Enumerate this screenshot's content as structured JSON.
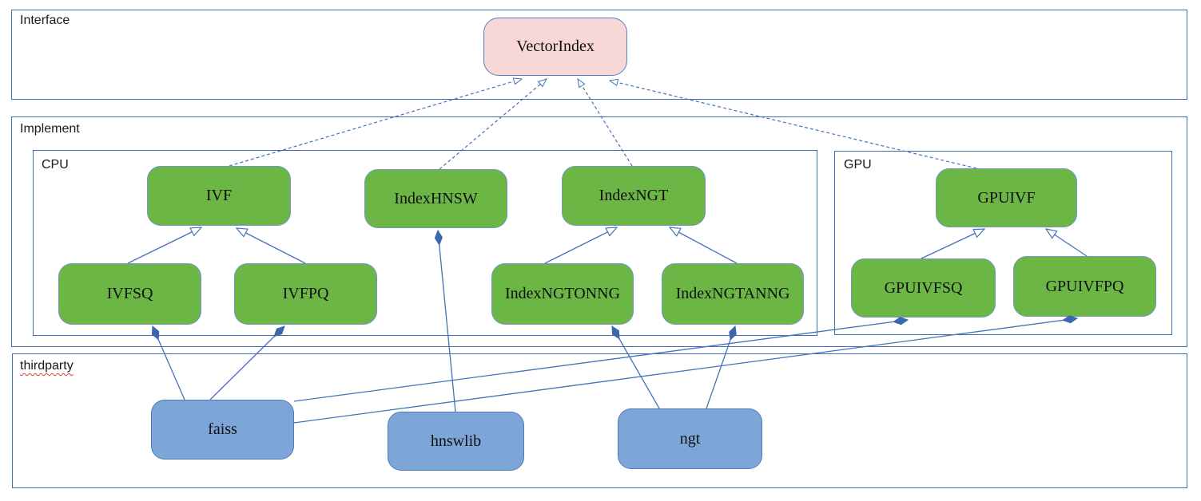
{
  "containers": {
    "interface": {
      "label": "Interface"
    },
    "implement": {
      "label": "Implement"
    },
    "cpu": {
      "label": "CPU"
    },
    "gpu": {
      "label": "GPU"
    },
    "thirdparty": {
      "label": "thirdparty"
    }
  },
  "nodes": {
    "vectorindex": {
      "label": "VectorIndex"
    },
    "ivf": {
      "label": "IVF"
    },
    "indexhnsw": {
      "label": "IndexHNSW"
    },
    "indexngt": {
      "label": "IndexNGT"
    },
    "gpuivf": {
      "label": "GPUIVF"
    },
    "ivfsq": {
      "label": "IVFSQ"
    },
    "ivfpq": {
      "label": "IVFPQ"
    },
    "indexngtonng": {
      "label": "IndexNGTONNG"
    },
    "indexngtanng": {
      "label": "IndexNGTANNG"
    },
    "gpuivfsq": {
      "label": "GPUIVFSQ"
    },
    "gpuivfpq": {
      "label": "GPUIVFPQ"
    },
    "faiss": {
      "label": "faiss"
    },
    "hnswlib": {
      "label": "hnswlib"
    },
    "ngt": {
      "label": "ngt"
    }
  },
  "relationships": {
    "realization_dashed_open_arrow": [
      {
        "from": "IVF",
        "to": "VectorIndex"
      },
      {
        "from": "IndexHNSW",
        "to": "VectorIndex"
      },
      {
        "from": "IndexNGT",
        "to": "VectorIndex"
      },
      {
        "from": "GPUIVF",
        "to": "VectorIndex"
      }
    ],
    "inheritance_hollow_triangle": [
      {
        "from": "IVFSQ",
        "to": "IVF"
      },
      {
        "from": "IVFPQ",
        "to": "IVF"
      },
      {
        "from": "IndexNGTONNG",
        "to": "IndexNGT"
      },
      {
        "from": "IndexNGTANNG",
        "to": "IndexNGT"
      },
      {
        "from": "GPUIVFSQ",
        "to": "GPUIVF"
      },
      {
        "from": "GPUIVFPQ",
        "to": "GPUIVF"
      }
    ],
    "composition_filled_diamond": [
      {
        "from": "faiss",
        "to": "IVFSQ"
      },
      {
        "from": "faiss",
        "to": "IVFPQ"
      },
      {
        "from": "faiss",
        "to": "GPUIVFSQ"
      },
      {
        "from": "faiss",
        "to": "GPUIVFPQ"
      },
      {
        "from": "hnswlib",
        "to": "IndexHNSW"
      },
      {
        "from": "ngt",
        "to": "IndexNGTONNG"
      },
      {
        "from": "ngt",
        "to": "IndexNGTANNG"
      }
    ]
  },
  "colors": {
    "container_border": "#3e6cb2",
    "node_green": "#6cb646",
    "node_green_border": "#7396c8",
    "node_blue": "#7da5d7",
    "node_blue_border": "#4d7cba",
    "node_pink": "#f8d8d6",
    "node_pink_border": "#5a7dbe",
    "edge_blue": "#4272b8",
    "diamond_fill": "#3a67ad",
    "label_color": "#1a1a1a",
    "spellcheck_red": "#e03c31"
  }
}
